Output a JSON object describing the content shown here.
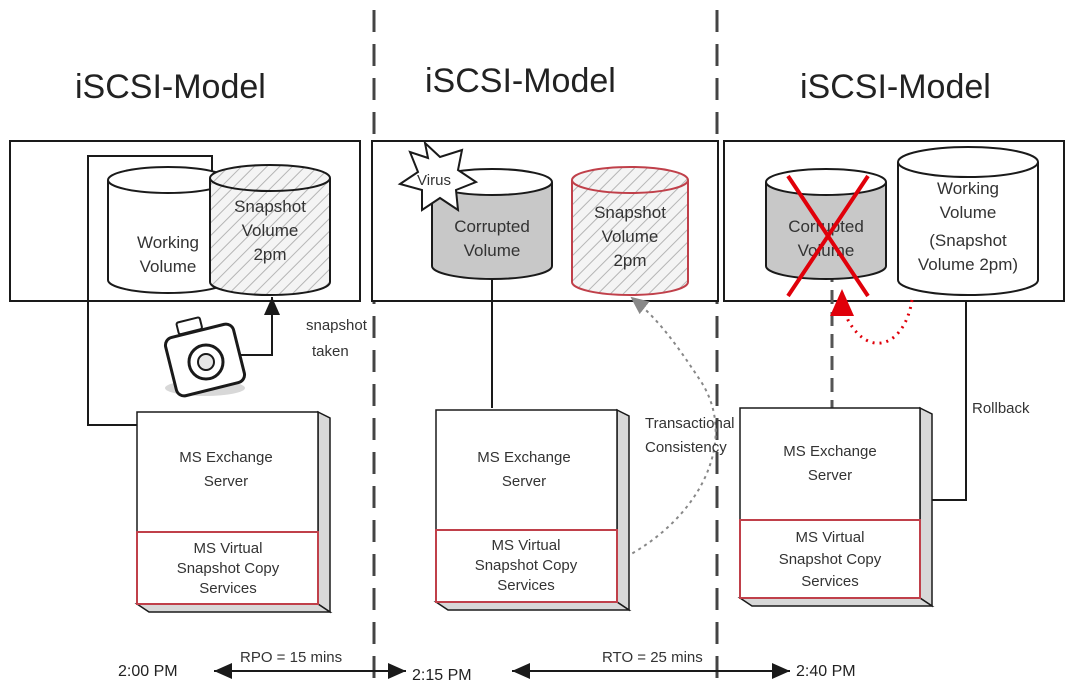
{
  "titles": [
    "iSCSI-Model",
    "iSCSI-Model",
    "iSCSI-Model"
  ],
  "panel1": {
    "working_volume": [
      "Working",
      "Volume"
    ],
    "snapshot_volume": [
      "Snapshot",
      "Volume",
      "2pm"
    ],
    "snapshot_taken": [
      "snapshot",
      "taken"
    ],
    "server": [
      "MS Exchange",
      "Server"
    ],
    "vss": [
      "MS Virtual",
      "Snapshot Copy",
      "Services"
    ]
  },
  "panel2": {
    "virus": "Virus",
    "corrupted_volume": [
      "Corrupted",
      "Volume"
    ],
    "snapshot_volume": [
      "Snapshot",
      "Volume",
      "2pm"
    ],
    "consistency": [
      "Transactional",
      "Consistency"
    ],
    "server": [
      "MS Exchange",
      "Server"
    ],
    "vss": [
      "MS Virtual",
      "Snapshot Copy",
      "Services"
    ]
  },
  "panel3": {
    "corrupted_volume": [
      "Corrupted",
      "Volume"
    ],
    "working_volume": [
      "Working",
      "Volume",
      "(Snapshot",
      "Volume 2pm)"
    ],
    "rollback": "Rollback",
    "server": [
      "MS Exchange",
      "Server"
    ],
    "vss": [
      "MS Virtual",
      "Snapshot Copy",
      "Services"
    ]
  },
  "timeline": {
    "times": [
      "2:00 PM",
      "2:15 PM",
      "2:40 PM"
    ],
    "rpo": "RPO = 15 mins",
    "rto": "RTO = 25 mins"
  },
  "colors": {
    "outline": "#1a1a1a",
    "accent_red": "#e0000a",
    "cylinder_gray": "#c8c8c8",
    "hatch": "#b5b5b5",
    "vss_border": "#c0404a"
  }
}
